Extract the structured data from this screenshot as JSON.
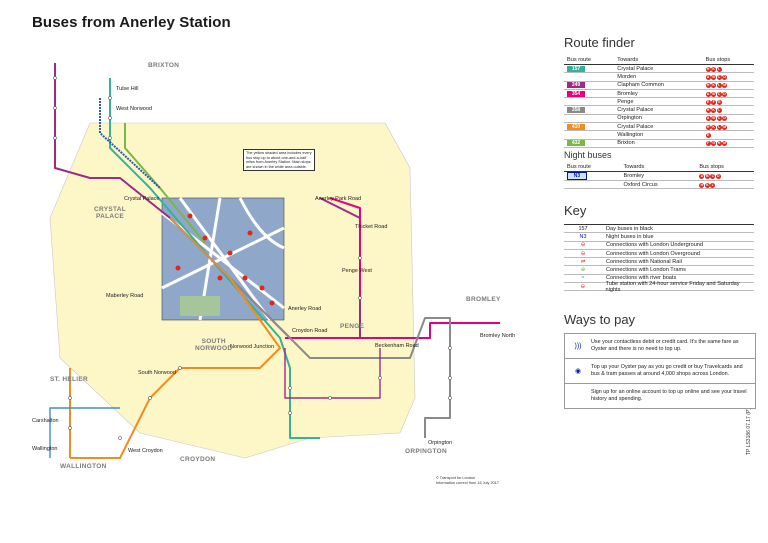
{
  "title": "Buses from Anerley Station",
  "areas": {
    "brixton": "BRIXTON",
    "crystal_palace": "CRYSTAL\nPALACE",
    "south_norwood": "SOUTH\nNORWOOD",
    "penge": "PENGE",
    "bromley": "BROMLEY",
    "st_helier": "ST. HELIER",
    "wallington": "WALLINGTON",
    "croydon": "CROYDON",
    "orpington": "ORPINGTON"
  },
  "map_labels": {
    "anerley_park_road": "Anerley Park Road",
    "thicket_road": "Thicket Road",
    "crystal_palace": "Crystal Palace",
    "penge_west": "Penge West",
    "mayor_road": "Maberley Road",
    "anerley_road": "Anerley Road",
    "croydon_road": "Croydon Road",
    "beckenham_road": "Beckenham Road",
    "bromley_north": "Bromley North",
    "tulse_hill": "Tulse Hill",
    "west_norwood": "West Norwood",
    "norwood_junction": "Norwood Junction",
    "south_norwood_lbl": "South Norwood",
    "croydon_lbl": "West Croydon",
    "carshalton": "Carshalton",
    "wallington_lbl": "Wallington",
    "orpington_lbl": "Orpington"
  },
  "note_box": "The yellow shaded area includes every bus stop up to about one-and-a-half miles from Anerley Station. Main stops are shown in the white area outside.",
  "copyright": "© Transport for London\nInformation correct from 15 July 2017",
  "side_code": "TP LS3186 07.17 (P)",
  "route_finder": {
    "heading": "Route finder",
    "columns": [
      "Bus route",
      "Towards",
      "Bus stops"
    ],
    "rows": [
      {
        "route": "157",
        "color": "#35b39a",
        "towards": "Crystal Palace",
        "stops": [
          "H",
          "K",
          "L"
        ]
      },
      {
        "route": "",
        "color": "",
        "towards": "Morden",
        "stops": [
          "A",
          "B",
          "C",
          "D"
        ]
      },
      {
        "route": "249",
        "color": "#9b2b85",
        "towards": "Clapham Common",
        "stops": [
          "H",
          "K",
          "L",
          "M"
        ]
      },
      {
        "route": "354",
        "color": "#e6007e",
        "towards": "Bromley",
        "stops": [
          "A",
          "B",
          "C",
          "D"
        ]
      },
      {
        "route": "",
        "color": "",
        "towards": "Penge",
        "stops": [
          "E",
          "F",
          "G"
        ]
      },
      {
        "route": "358",
        "color": "#8a8a8a",
        "towards": "Crystal Palace",
        "stops": [
          "H",
          "K",
          "L"
        ]
      },
      {
        "route": "",
        "color": "",
        "towards": "Orpington",
        "stops": [
          "A",
          "B",
          "C",
          "D"
        ]
      },
      {
        "route": "410",
        "color": "#f28c1e",
        "towards": "Crystal Palace",
        "stops": [
          "H",
          "K",
          "L",
          "M"
        ]
      },
      {
        "route": "",
        "color": "",
        "towards": "Wallington",
        "stops": [
          "E"
        ]
      },
      {
        "route": "432",
        "color": "#7ab648",
        "towards": "Brixton",
        "stops": [
          "F",
          "G",
          "H",
          "M"
        ]
      }
    ]
  },
  "night_buses": {
    "heading": "Night buses",
    "columns": [
      "Bus route",
      "Towards",
      "Bus stops"
    ],
    "rows": [
      {
        "route": "N3",
        "color": "#cfe2f3",
        "towards": "Bromley",
        "stops": [
          "A",
          "B",
          "C",
          "D"
        ]
      },
      {
        "route": "",
        "color": "",
        "towards": "Oxford Circus",
        "stops": [
          "H",
          "K",
          "L"
        ]
      }
    ]
  },
  "key": {
    "heading": "Key",
    "rows": [
      {
        "sym": "157",
        "desc": "Day buses in black"
      },
      {
        "sym": "N3",
        "desc": "Night buses in blue"
      },
      {
        "sym": "⊖",
        "desc": "Connections with London Underground"
      },
      {
        "sym": "⊖",
        "desc": "Connections with London Overground"
      },
      {
        "sym": "⇌",
        "desc": "Connections with National Rail"
      },
      {
        "sym": "⊕",
        "desc": "Connections with London Trams"
      },
      {
        "sym": "≈",
        "desc": "Connections with river boats"
      },
      {
        "sym": "⊖",
        "desc": "Tube station with 24-hour service Friday and Saturday nights"
      }
    ]
  },
  "ways_to_pay": {
    "heading": "Ways to pay",
    "rows": [
      {
        "icon": "contactless-icon",
        "glyph": "))) ",
        "text": "Use your contactless debit or credit card. It's the same fare as Oyster and there is no need to top up."
      },
      {
        "icon": "oyster-icon",
        "glyph": "◉",
        "text": "Top up your Oyster pay as you go credit or buy Travelcards and bus & tram passes at around 4,000 shops across London."
      },
      {
        "icon": "web-icon",
        "glyph": "",
        "text": "Sign up for an online account to top up online and see your travel history and spending."
      }
    ]
  }
}
